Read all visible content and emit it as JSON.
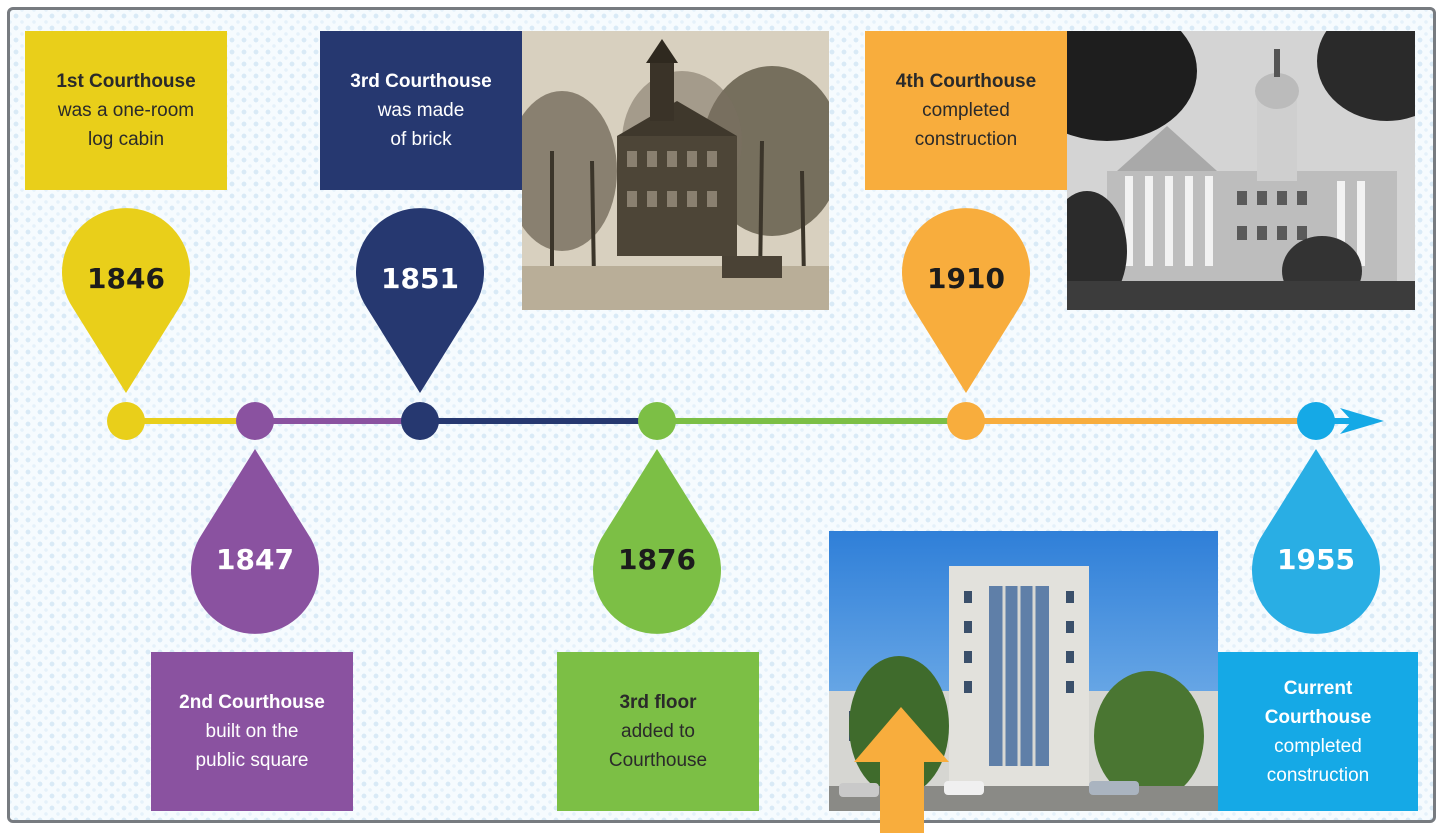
{
  "events": [
    {
      "year": "1846",
      "title": "1st Courthouse",
      "lines": [
        "was a one-room",
        "log cabin"
      ],
      "color": "#e9cf1a",
      "text_color": "#2a2a2a"
    },
    {
      "year": "1847",
      "title": "2nd Courthouse",
      "lines": [
        "built on the",
        "public square"
      ],
      "color": "#8a52a0",
      "text_color": "#ffffff"
    },
    {
      "year": "1851",
      "title": "3rd Courthouse",
      "lines": [
        "was made",
        "of brick"
      ],
      "color": "#263870",
      "text_color": "#ffffff"
    },
    {
      "year": "1876",
      "title": "3rd floor",
      "lines": [
        "added to",
        "Courthouse"
      ],
      "color": "#7cbf45",
      "text_color": "#2a2a2a"
    },
    {
      "year": "1910",
      "title": "4th Courthouse",
      "lines": [
        "completed",
        "construction"
      ],
      "color": "#f8ad3d",
      "text_color": "#2a2a2a"
    },
    {
      "year": "1955",
      "title": "Current Courthouse",
      "title_lines": [
        "Current",
        "Courthouse"
      ],
      "lines": [
        "completed",
        "construction"
      ],
      "color": "#15a9e6",
      "text_color": "#ffffff"
    }
  ],
  "photos": [
    {
      "name": "third-courthouse-photo",
      "style": "sepia"
    },
    {
      "name": "fourth-courthouse-photo",
      "style": "black-and-white"
    },
    {
      "name": "current-courthouse-photo",
      "style": "color"
    }
  ],
  "colors": {
    "background": "#f6fbfe",
    "frame": "#777b80",
    "arrow": "#15a9e6",
    "highlight_arrow": "#f8ad3d"
  }
}
